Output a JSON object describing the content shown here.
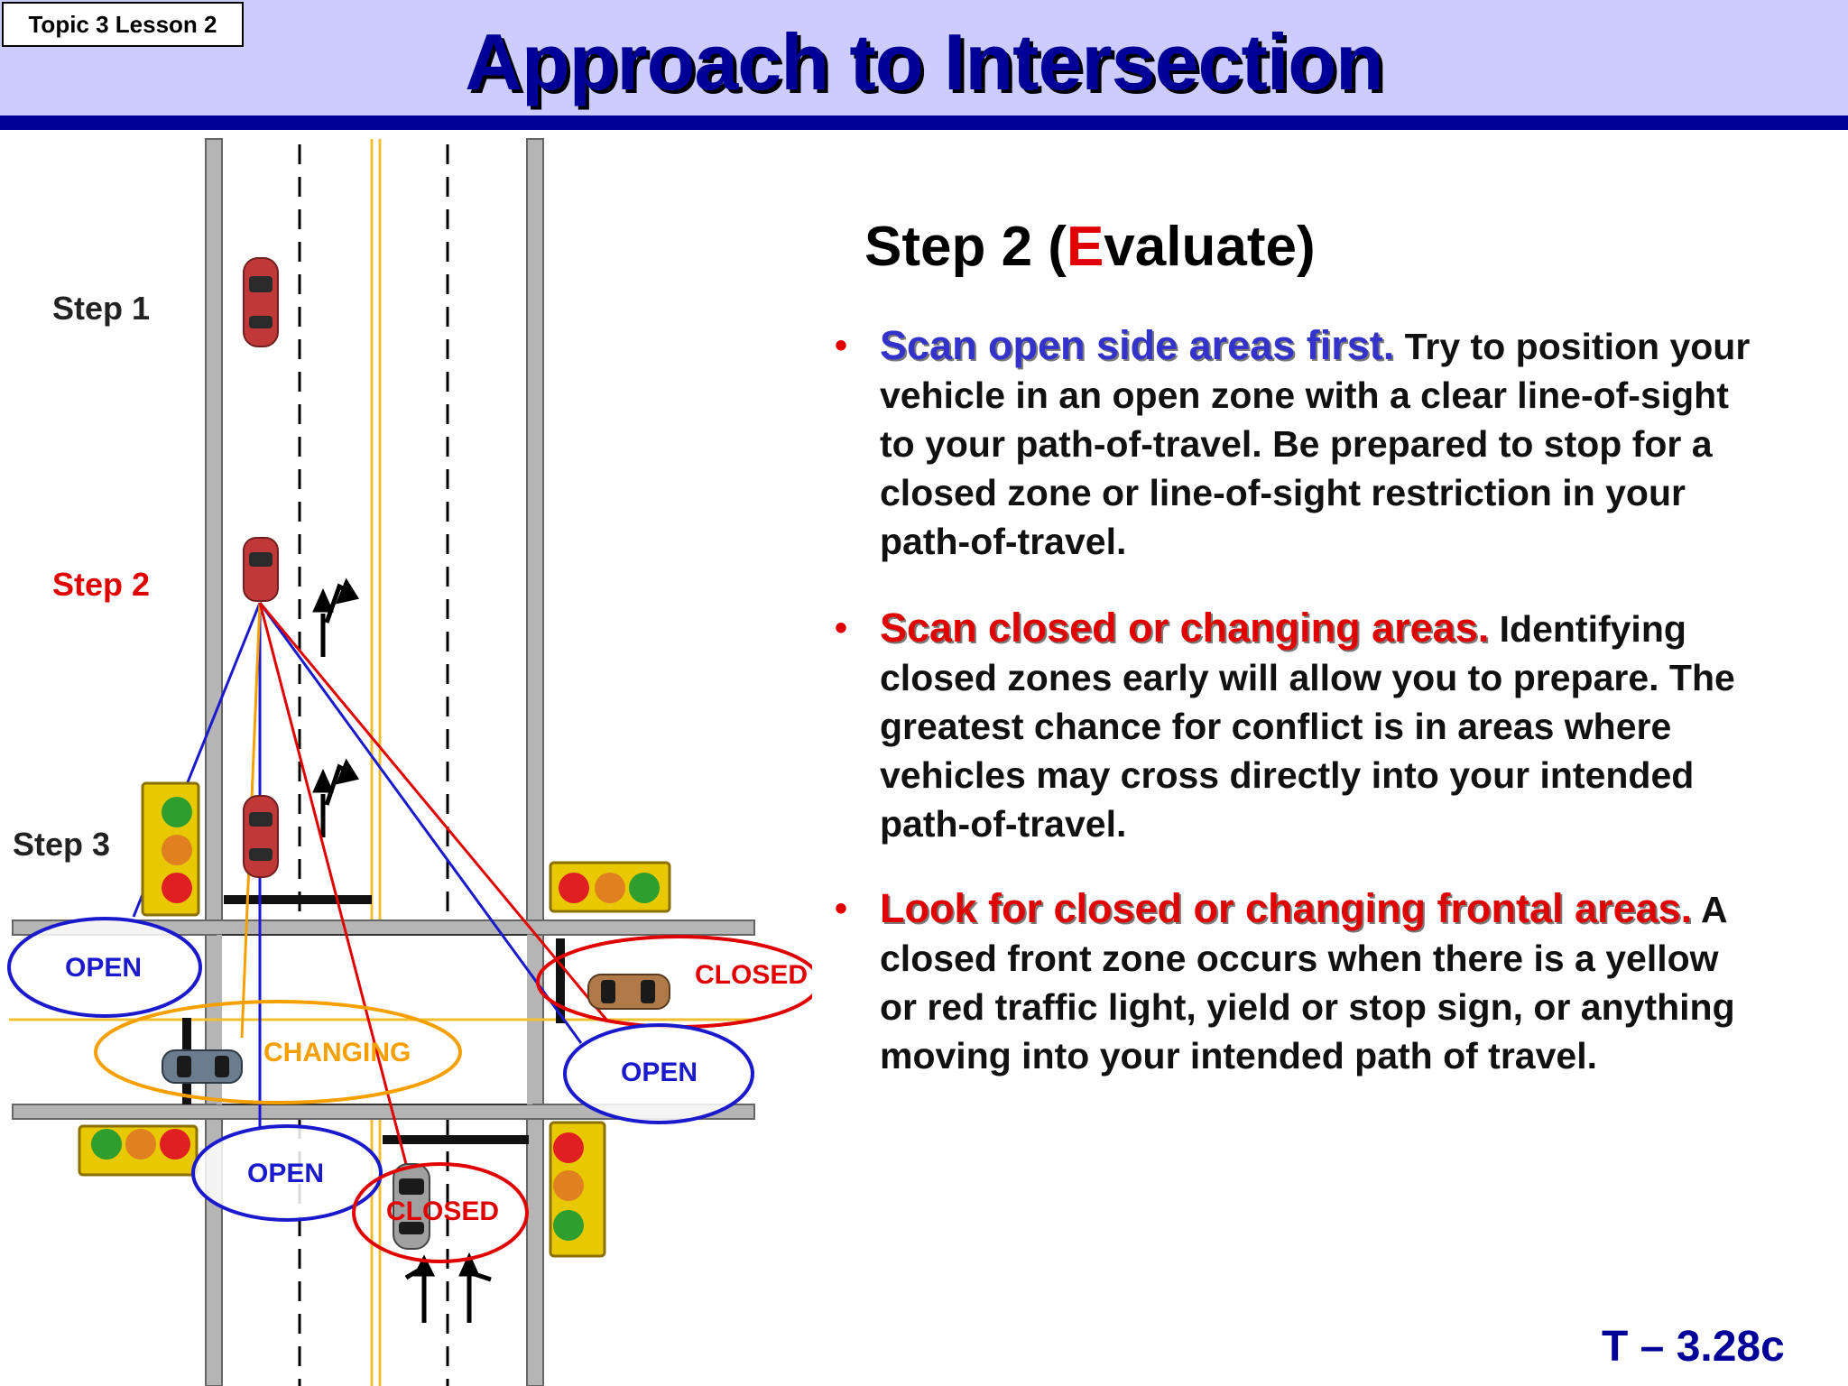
{
  "header": {
    "lesson_tag": "Topic 3 Lesson 2",
    "title": "Approach to Intersection"
  },
  "heading": {
    "prefix": "Step 2 (",
    "highlight": "E",
    "rest": "valuate)"
  },
  "bullets": [
    {
      "lead": "Scan open side areas first.",
      "text": "  Try to position your vehicle in an open zone with a clear line-of-sight to your path-of-travel. Be prepared to stop for a closed zone or line-of-sight restriction in your path-of-travel."
    },
    {
      "lead": "Scan closed or changing areas.",
      "text": " Identifying closed zones early will allow you to prepare.  The greatest chance for conflict is in areas where vehicles may cross directly into your intended path-of-travel."
    },
    {
      "lead": "Look for closed or changing frontal areas.",
      "text": "  A closed front zone occurs when there is a yellow or red traffic light, yield or stop sign, or anything moving into your intended path of travel."
    }
  ],
  "page_number": "T – 3.28c",
  "diagram": {
    "step_labels": [
      "Step 1",
      "Step 2",
      "Step 3"
    ],
    "zone_labels": {
      "open_left": "OPEN",
      "changing": "CHANGING",
      "closed_right": "CLOSED",
      "open_right": "OPEN",
      "open_bottom": "OPEN",
      "closed_bottom": "CLOSED"
    },
    "colors": {
      "open": "#1a1acc",
      "closed": "#e00000",
      "changing": "#f5a000"
    }
  }
}
